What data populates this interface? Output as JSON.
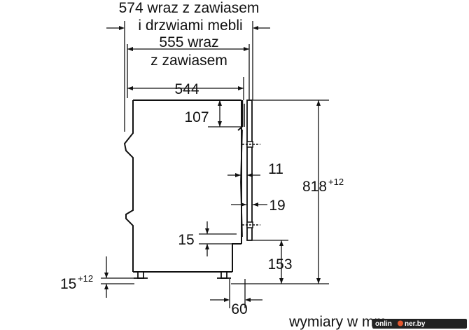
{
  "labels": {
    "overall_hinge_door": "574 wraz z zawiasem",
    "overall_hinge_door_2": "i drzwiami mebli",
    "width_hinge_1": "555 wraz",
    "width_hinge_2": "z zawiasem",
    "body_depth": "544",
    "top_offset": "107",
    "door_gap": "11",
    "panel_thickness": "19",
    "bottom_recess": "15",
    "height": "818",
    "height_tol": "+12",
    "kick_height": "153",
    "foot_height": "15",
    "foot_tol": "+12",
    "kick_depth": "60",
    "units_note": "wymiary w mm"
  },
  "watermark": {
    "brand_left": "onlin",
    "brand_right": "ner.by"
  },
  "colors": {
    "line": "#111111",
    "watermark_bg": "#222222",
    "watermark_accent": "#e4572e"
  }
}
